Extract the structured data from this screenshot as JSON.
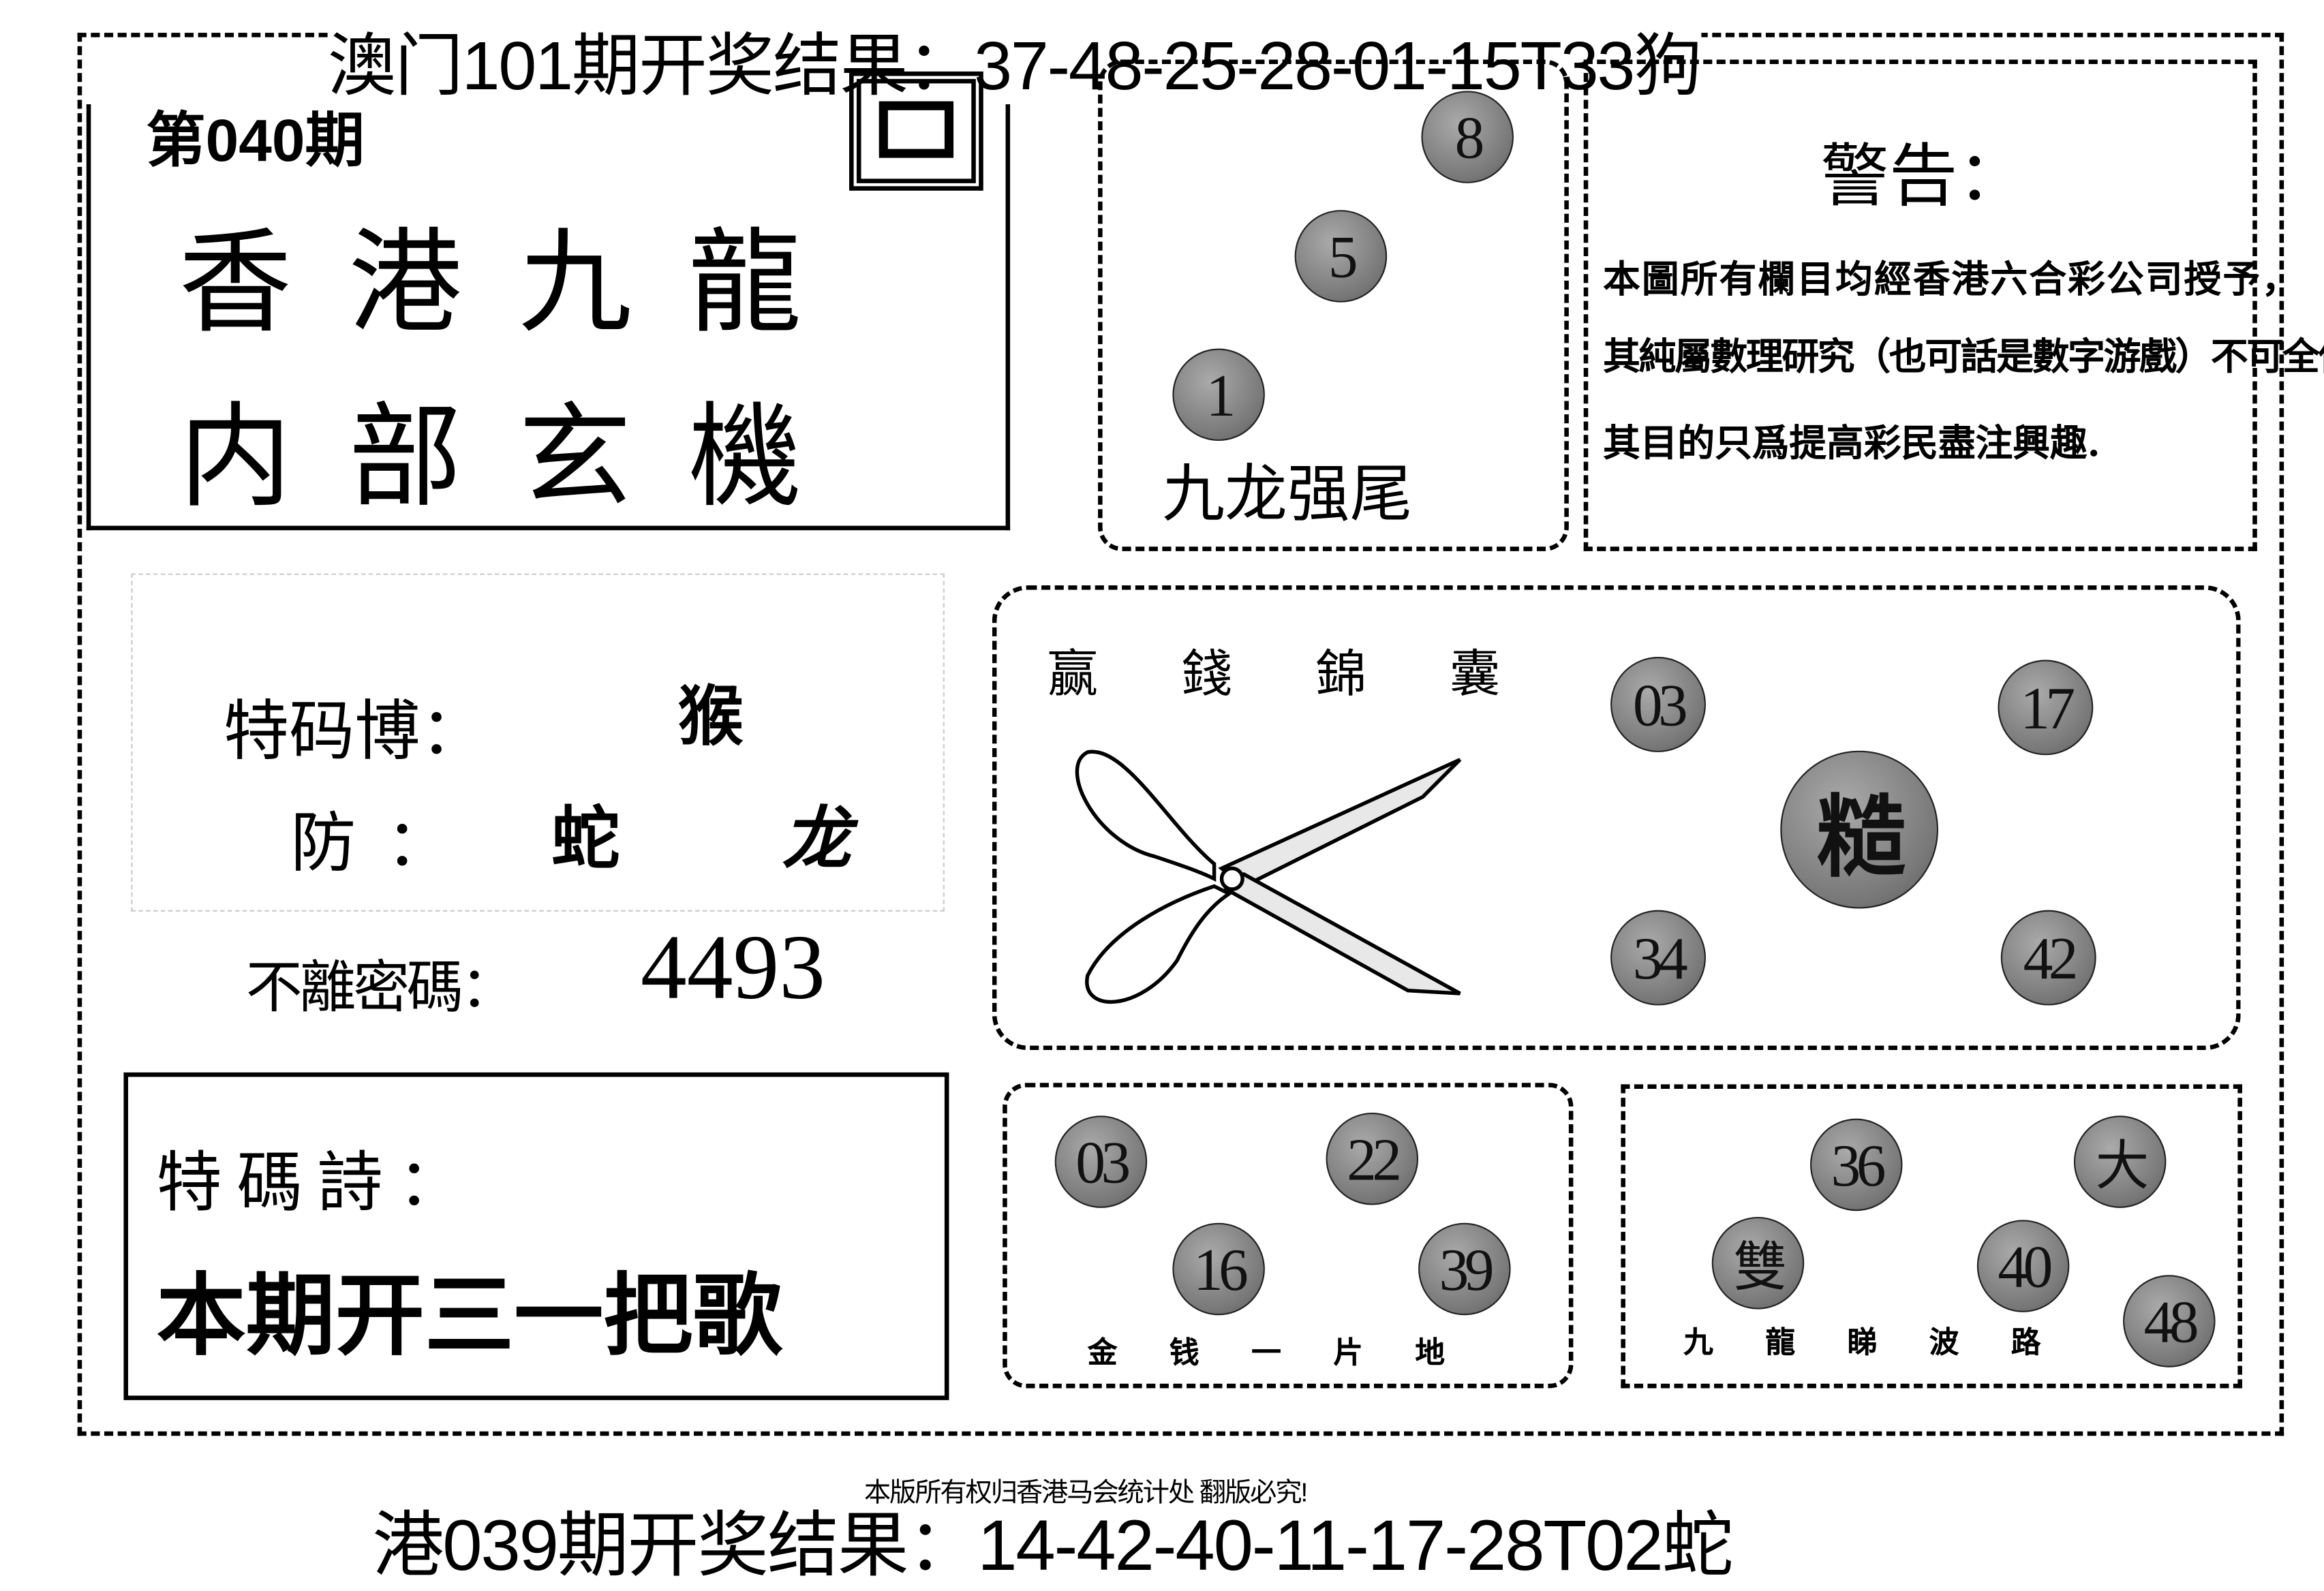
{
  "header": {
    "macau_result": "澳门101期开奖结果：37-48-25-28-01-15T33狗"
  },
  "issue": {
    "number": "第040期",
    "title_line1": "香港九龍",
    "title_line2": "内部玄機"
  },
  "strong_tail": {
    "balls": [
      "8",
      "5",
      "1"
    ],
    "label": "九龙强尾"
  },
  "warning": {
    "title": "警告：",
    "lines": [
      "本圖所有欄目均經香港六合彩公司授予，",
      "其純屬數理研究（也可話是數字游戲）不可全信",
      "其目的只爲提高彩民盡注興趣."
    ]
  },
  "special": {
    "label_bo": "特码博：",
    "bo_value": "猴",
    "label_fang": "防：",
    "fang_values": [
      "蛇",
      "龙"
    ],
    "label_code": "不離密碼：",
    "code_value": "4493"
  },
  "tips": {
    "labels": [
      "赢",
      "錢",
      "錦",
      "囊"
    ],
    "balls": [
      "03",
      "17",
      "糙",
      "34",
      "42"
    ]
  },
  "poem": {
    "label": "特碼詩：",
    "text": "本期开三一把歌"
  },
  "gold": {
    "balls": [
      "03",
      "22",
      "16",
      "39"
    ],
    "label": "金 钱 一 片 地"
  },
  "ball_road": {
    "balls": [
      "36",
      "大",
      "雙",
      "40",
      "48"
    ],
    "label": "九 龍 睇 波 路"
  },
  "footer": {
    "copyright": "本版所有权归香港马会统计处 翻版必究!",
    "hk_result": "港039期开奖结果：14-42-40-11-17-28T02蛇"
  },
  "colors": {
    "ball": "#888888",
    "ink": "#000000"
  }
}
